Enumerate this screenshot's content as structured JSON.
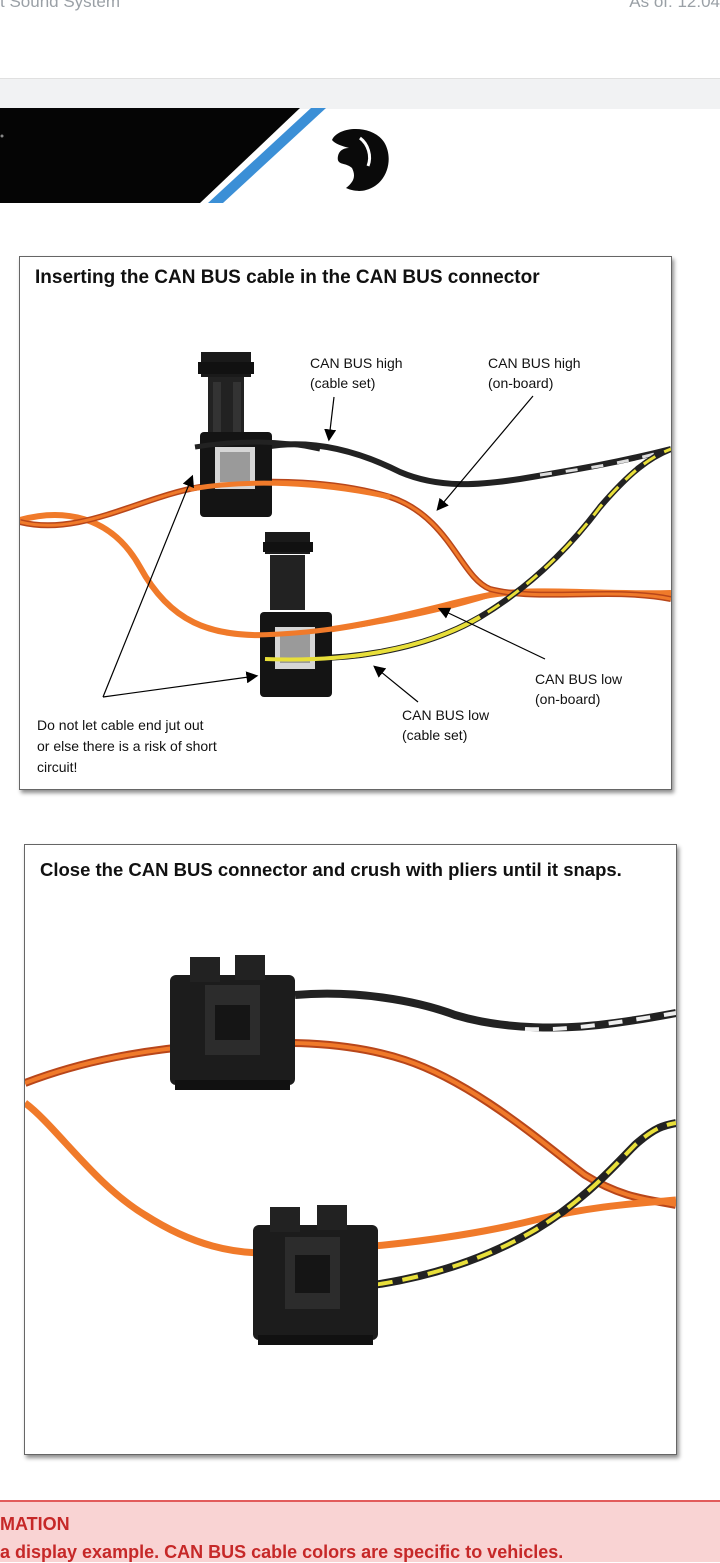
{
  "header": {
    "left_text": "t Sound System",
    "right_text": "As of: 12:04"
  },
  "panel1": {
    "title": "Inserting the CAN BUS cable in the CAN BUS connector",
    "labels": {
      "high_cable_set_1": "CAN BUS high",
      "high_cable_set_2": "(cable set)",
      "high_onboard_1": "CAN BUS high",
      "high_onboard_2": "(on-board)",
      "low_onboard_1": "CAN BUS low",
      "low_onboard_2": "(on-board)",
      "low_cable_set_1": "CAN BUS low",
      "low_cable_set_2": "(cable set)",
      "warning_1": "Do not let cable end jut out",
      "warning_2": "or else there is a risk of short",
      "warning_3": "circuit!"
    }
  },
  "panel2": {
    "title": "Close the CAN BUS connector and crush with pliers until it snaps."
  },
  "info": {
    "title": "MATION",
    "text": "a display example. CAN BUS cable colors are specific to vehicles."
  },
  "colors": {
    "orange_wire": "#f07a2a",
    "dark_orange_wire": "#b8461a",
    "yellow_wire": "#e8df3a",
    "black_wire": "#222222",
    "brand_blue": "#3b8fd6",
    "info_red": "#c62828",
    "info_bg": "#f9d3d3"
  }
}
